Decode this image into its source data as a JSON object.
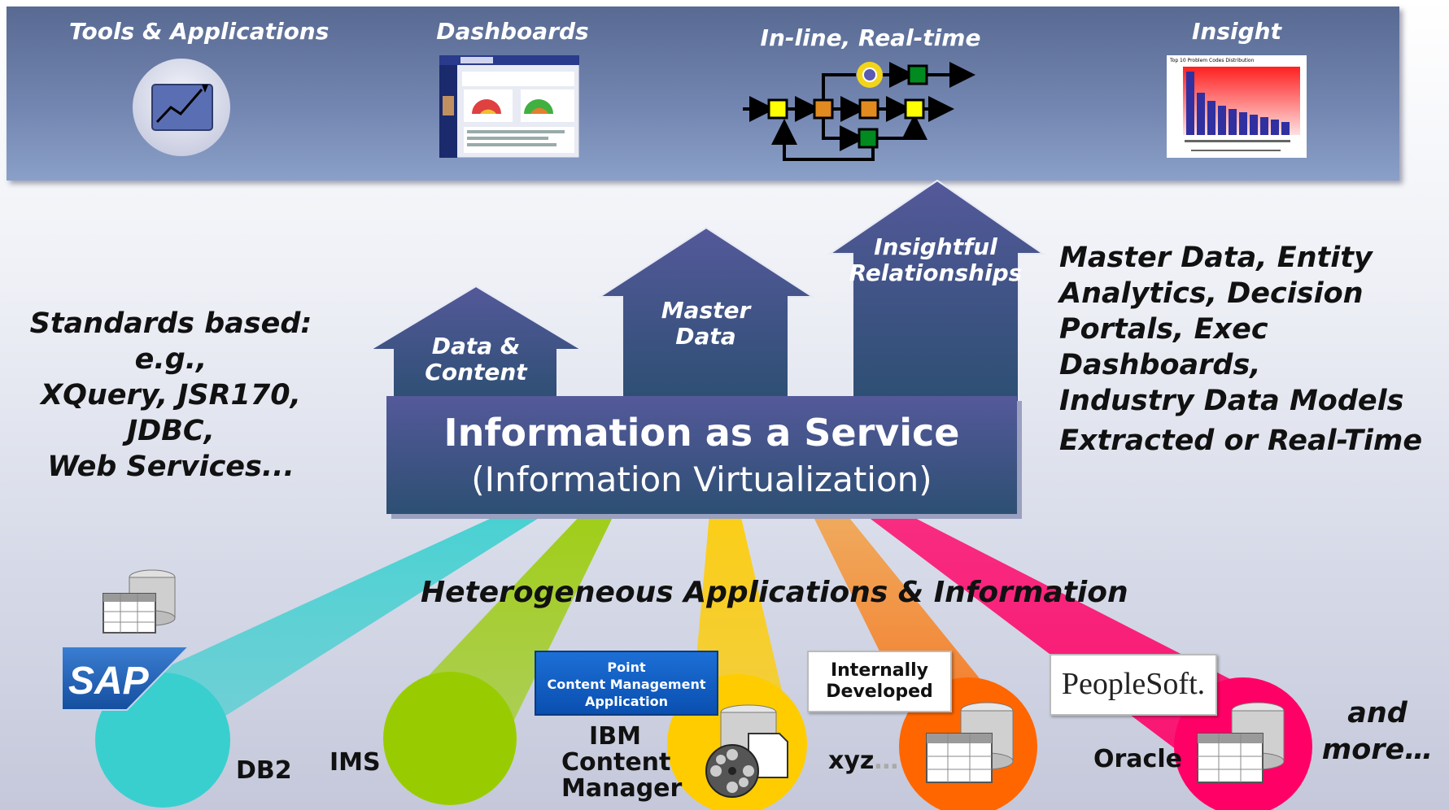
{
  "top": {
    "tools": "Tools & Applications",
    "dashboards": "Dashboards",
    "inline": "In-line, Real-time",
    "insight": "Insight",
    "insight_chart_title": "Top 10 Problem Codes Distribution"
  },
  "arrows": {
    "data_content_1": "Data &",
    "data_content_2": "Content",
    "master_1": "Master",
    "master_2": "Data",
    "insightful_1": "Insightful",
    "insightful_2": "Relationships"
  },
  "service": {
    "title": "Information as a Service",
    "subtitle": "(Information Virtualization)"
  },
  "left": {
    "line1": "Standards based: e.g.,",
    "line2": "XQuery, JSR170, JDBC,",
    "line3": "Web Services..."
  },
  "right": {
    "line1": "Master Data, Entity",
    "line2": "Analytics, Decision",
    "line3": "Portals, Exec Dashboards,",
    "line4": "Industry Data Models",
    "line5": "Extracted or Real-Time"
  },
  "hetero": "Heterogeneous Applications & Information",
  "sources": {
    "sap": "SAP",
    "db2": "DB2",
    "ims": "IMS",
    "point_1": "Point",
    "point_2": "Content Management",
    "point_3": "Application",
    "ibm_1": "IBM",
    "ibm_2": "Content",
    "ibm_3": "Manager",
    "internal_1": "Internally",
    "internal_2": "Developed",
    "xyz": "xyz",
    "xyz_dots": "…",
    "peoplesoft": "PeopleSoft.",
    "oracle": "Oracle",
    "more_1": "and",
    "more_2": "more…"
  },
  "colors": {
    "teal": "#39cfcf",
    "green": "#99cc00",
    "yellow": "#ffcc00",
    "orange": "#ff6600",
    "pink": "#ff0066",
    "service_dark": "#2d4f73",
    "service_light": "#54599a"
  }
}
